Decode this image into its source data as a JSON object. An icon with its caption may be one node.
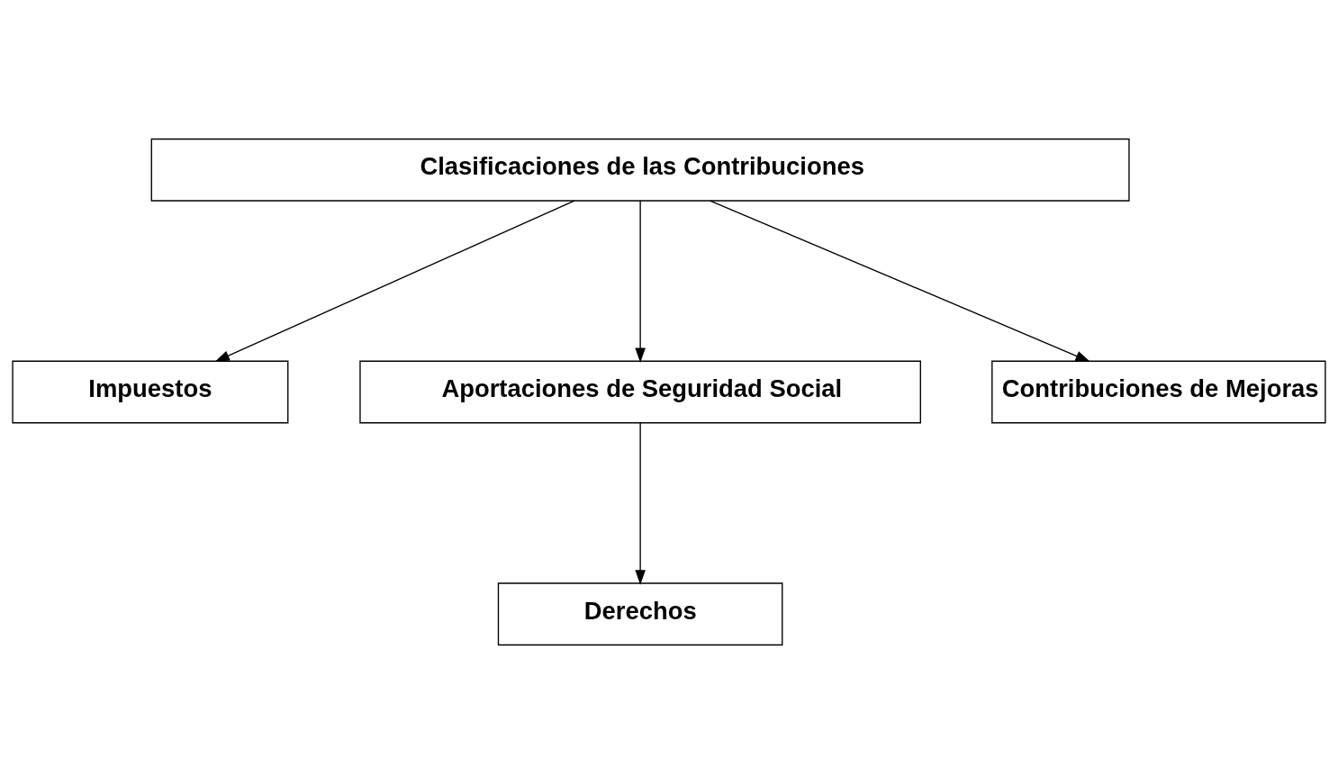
{
  "diagram": {
    "nodes": [
      {
        "text": [
          "Clasificaciones de las Contribuciones"
        ]
      },
      {
        "text": [
          "Impuestos"
        ]
      },
      {
        "text": [
          "Aportaciones de Seguridad Social"
        ]
      },
      {
        "text": [
          "Contribuciones de Mejoras"
        ]
      },
      {
        "text": [
          "Derechos"
        ]
      }
    ],
    "edges": [
      {
        "from": 0,
        "to": 1,
        "arrow": "to"
      },
      {
        "from": 0,
        "to": 2,
        "arrow": "to"
      },
      {
        "from": 0,
        "to": 3,
        "arrow": "to"
      },
      {
        "from": 2,
        "to": 4,
        "arrow": "to"
      }
    ]
  }
}
